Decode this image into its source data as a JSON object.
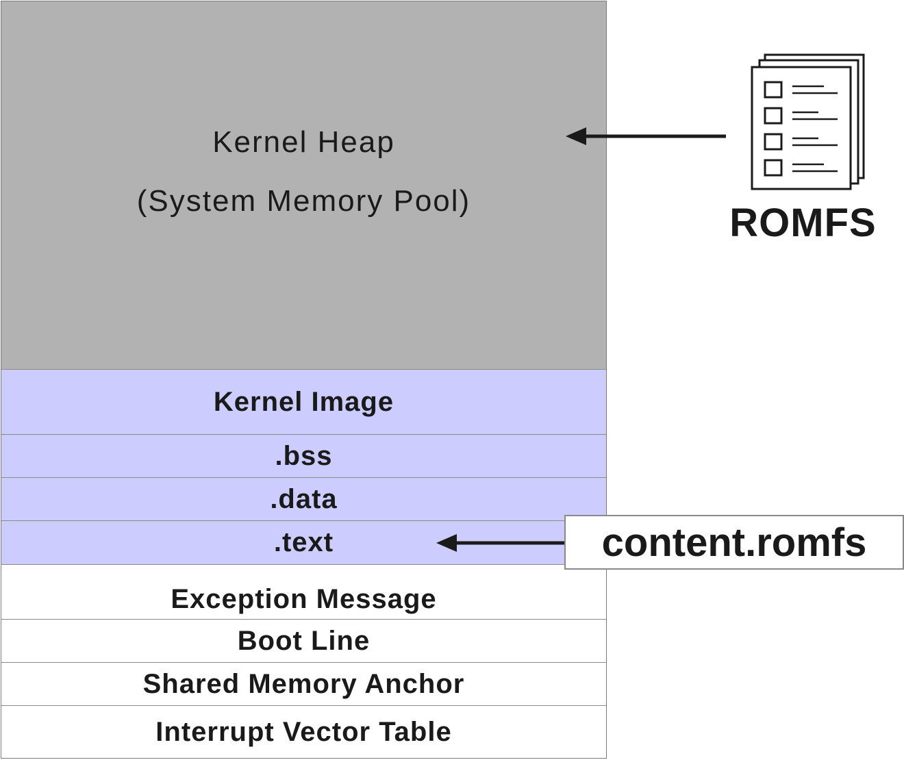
{
  "memory_map": {
    "heap": {
      "line1": "Kernel Heap",
      "line2": "(System Memory Pool)"
    },
    "kernel_image": {
      "header": "Kernel Image",
      "bss": ".bss",
      "data": ".data",
      "text": ".text"
    },
    "low_memory": {
      "exception_message": "Exception Message",
      "boot_line": "Boot Line",
      "shared_memory_anchor": "Shared Memory Anchor",
      "interrupt_vector_table": "Interrupt Vector Table"
    }
  },
  "romfs": {
    "label": "ROMFS",
    "icon": "document-stack-icon"
  },
  "content_file": {
    "label": "content.romfs"
  },
  "colors": {
    "heap": "#b2b2b2",
    "kernel_image": "#ccccff",
    "low_memory": "#ffffff",
    "arrow": "#1a1a1a"
  }
}
